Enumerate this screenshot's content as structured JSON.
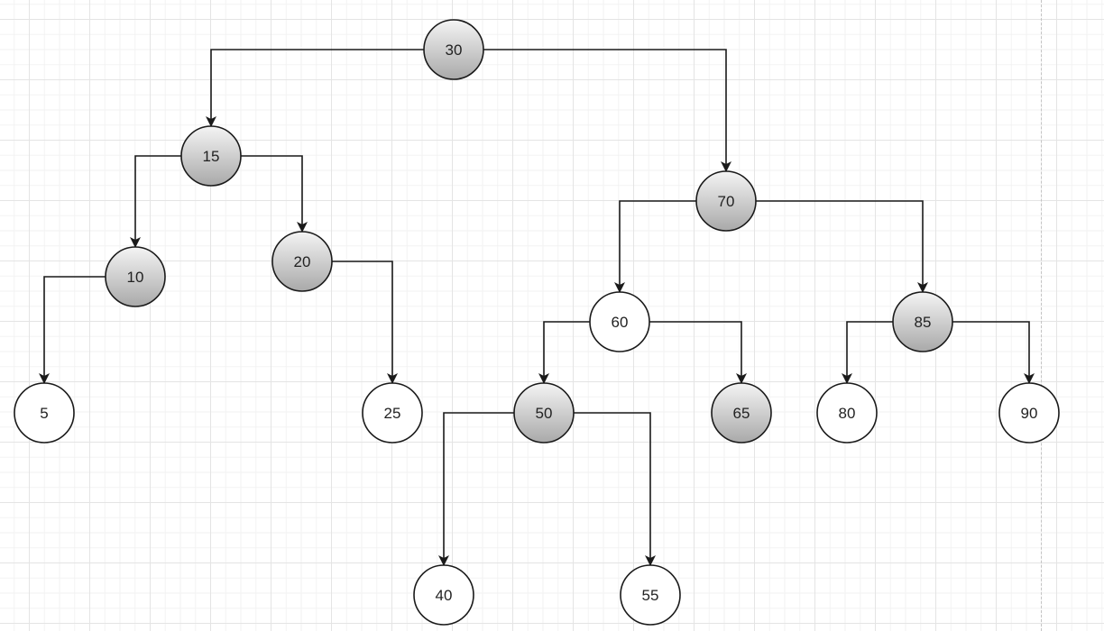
{
  "diagram": {
    "node_colors": {
      "shaded_light": "#f4f4f4",
      "shaded_dark": "#a9a9a9",
      "plain": "#ffffff",
      "stroke": "#1a1a1a"
    },
    "nodes": [
      {
        "id": "n30",
        "label": "30",
        "shaded": true
      },
      {
        "id": "n15",
        "label": "15",
        "shaded": true
      },
      {
        "id": "n70",
        "label": "70",
        "shaded": true
      },
      {
        "id": "n10",
        "label": "10",
        "shaded": true
      },
      {
        "id": "n20",
        "label": "20",
        "shaded": true
      },
      {
        "id": "n60",
        "label": "60",
        "shaded": false
      },
      {
        "id": "n85",
        "label": "85",
        "shaded": true
      },
      {
        "id": "n5",
        "label": "5",
        "shaded": false
      },
      {
        "id": "n25",
        "label": "25",
        "shaded": false
      },
      {
        "id": "n50",
        "label": "50",
        "shaded": true
      },
      {
        "id": "n65",
        "label": "65",
        "shaded": true
      },
      {
        "id": "n80",
        "label": "80",
        "shaded": false
      },
      {
        "id": "n90",
        "label": "90",
        "shaded": false
      },
      {
        "id": "n40",
        "label": "40",
        "shaded": false
      },
      {
        "id": "n55",
        "label": "55",
        "shaded": false
      }
    ],
    "edges": [
      {
        "from": "n30",
        "to": "n15"
      },
      {
        "from": "n30",
        "to": "n70"
      },
      {
        "from": "n15",
        "to": "n10"
      },
      {
        "from": "n15",
        "to": "n20"
      },
      {
        "from": "n10",
        "to": "n5"
      },
      {
        "from": "n20",
        "to": "n25"
      },
      {
        "from": "n70",
        "to": "n60"
      },
      {
        "from": "n70",
        "to": "n85"
      },
      {
        "from": "n60",
        "to": "n50"
      },
      {
        "from": "n60",
        "to": "n65"
      },
      {
        "from": "n85",
        "to": "n80"
      },
      {
        "from": "n85",
        "to": "n90"
      },
      {
        "from": "n50",
        "to": "n40"
      },
      {
        "from": "n50",
        "to": "n55"
      }
    ]
  }
}
